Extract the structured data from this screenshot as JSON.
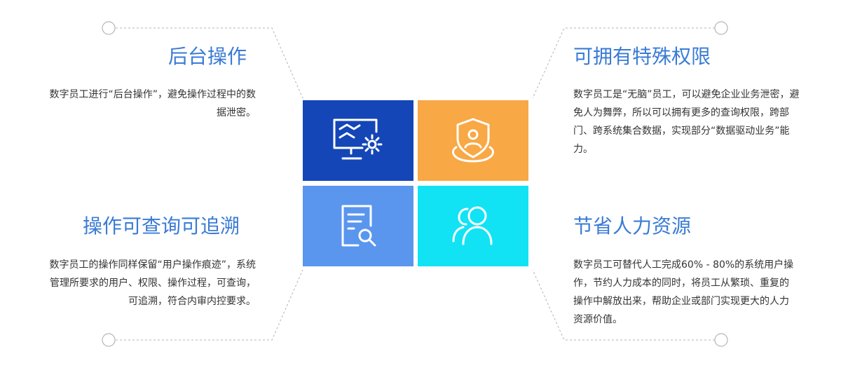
{
  "colors": {
    "title": "#3a7bd5",
    "text": "#333333",
    "tile_monitor": "#1446b8",
    "tile_shield": "#f8a845",
    "tile_search": "#5a96ee",
    "tile_people": "#11e3f5",
    "line": "#b5b5b5"
  },
  "sections": [
    {
      "title": "后台操作",
      "desc": "数字员工进行“后台操作”，避免操作过程中的数据泄密。"
    },
    {
      "title": "可拥有特殊权限",
      "desc": "数字员工是“无脑”员工，可以避免企业业务泄密，避免人为舞弊，所以可以拥有更多的查询权限，跨部门、跨系统集合数据，实现部分“数据驱动业务”能力。"
    },
    {
      "title": "操作可查询可追溯",
      "desc": "数字员工的操作同样保留“用户操作痕迹”，系统管理所要求的用户、权限、操作过程，可查询，可追溯，符合内审内控要求。"
    },
    {
      "title": "节省人力资源",
      "desc": "数字员工可替代人工完成60% - 80%的系统用户操作，节约人力成本的同时，将员工从繁琐、重复的操作中解放出来，帮助企业或部门实现更大的人力资源价值。"
    }
  ],
  "tiles": [
    {
      "icon": "monitor-gear-icon"
    },
    {
      "icon": "shield-user-icon"
    },
    {
      "icon": "document-search-icon"
    },
    {
      "icon": "people-icon"
    }
  ]
}
